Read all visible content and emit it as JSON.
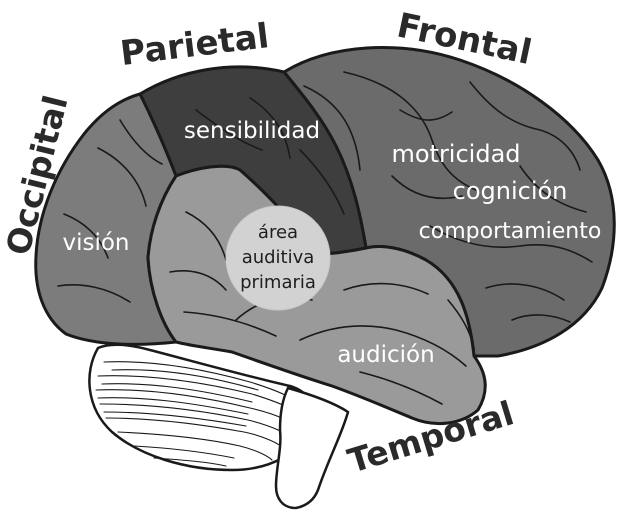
{
  "labels": {
    "parietal": "Parietal",
    "frontal": "Frontal",
    "occipital": "Occipital",
    "temporal": "Temporal"
  },
  "regions": {
    "parietal_function": "sensibilidad",
    "frontal_function_1": "motricidad",
    "frontal_function_2": "cognición",
    "frontal_function_3": "comportamiento",
    "occipital_function": "visión",
    "temporal_function": "audición"
  },
  "auditory_area": {
    "line_1": "área",
    "line_2": "auditiva",
    "line_3": "primaria"
  },
  "colors": {
    "frontal": "#6b6b6b",
    "parietal": "#3e3e3e",
    "occipital": "#7c7c7c",
    "temporal": "#9a9a9a",
    "auditory_area": "#d2d2d2",
    "cerebellum": "#ffffff"
  }
}
